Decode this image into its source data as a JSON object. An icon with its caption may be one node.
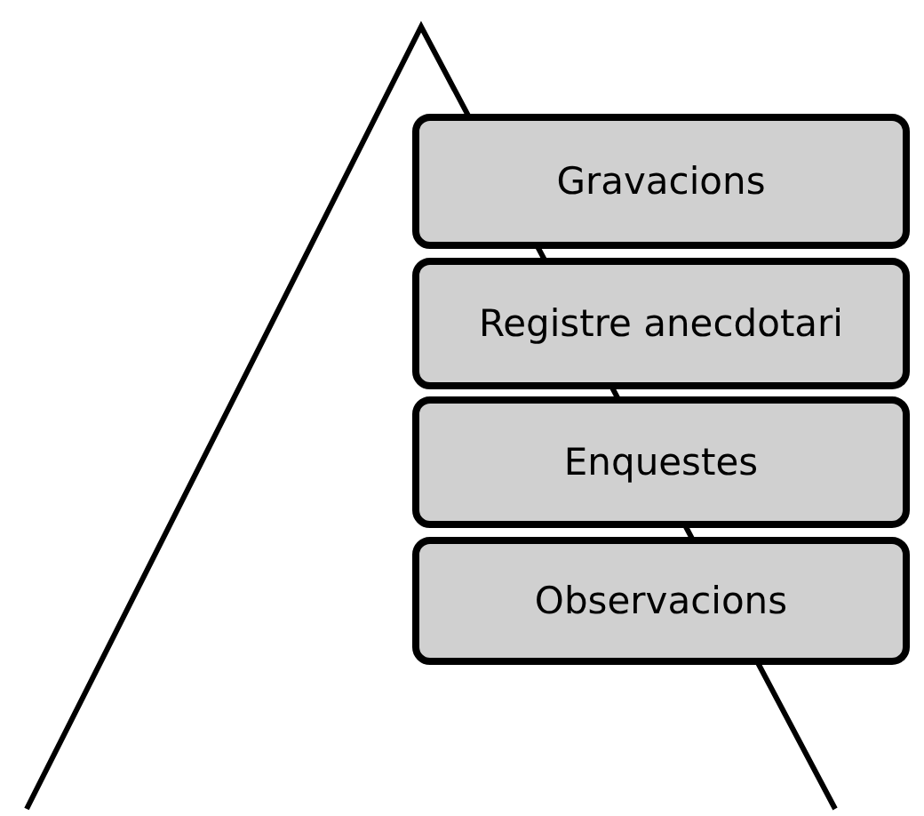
{
  "diagram": {
    "nodes": [
      {
        "text": [
          "Gravacions"
        ]
      },
      {
        "text": [
          "Registre anecdotari"
        ]
      },
      {
        "text": [
          "Enquestes"
        ]
      },
      {
        "text": [
          "Observacions"
        ]
      }
    ]
  }
}
